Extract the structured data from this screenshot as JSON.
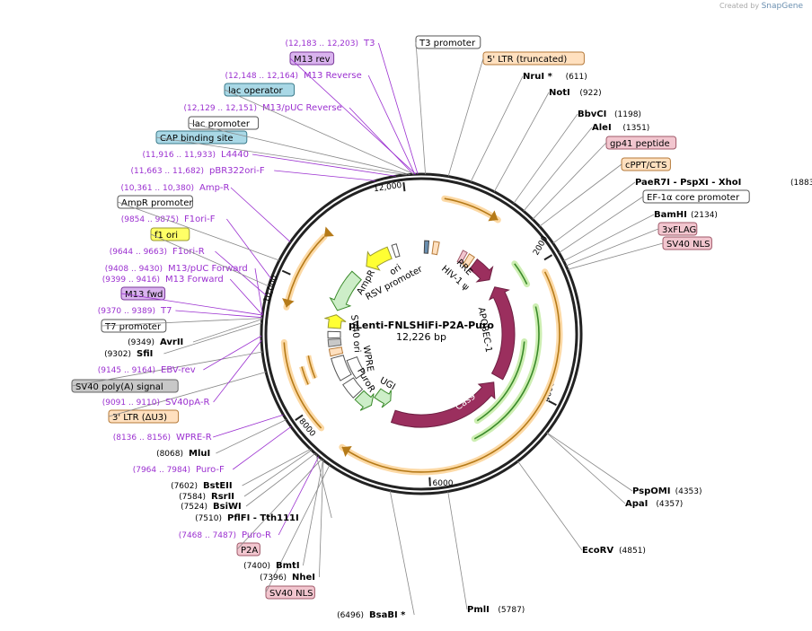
{
  "branding": {
    "created_by": "Created by",
    "app": "SnapGene"
  },
  "plasmid": {
    "name": "pLenti-FNLSHiFi-P2A-Puro",
    "size": "12,226 bp"
  },
  "ticks": [
    "2000",
    "4000",
    "6000",
    "8000",
    "10,000",
    "12,000"
  ],
  "arc_labels": [
    "AmpR",
    "ori",
    "RSV promoter",
    "HIV-1 ψ",
    "RRE",
    "APOBEC-1",
    "Cas9",
    "UGI",
    "PuroR",
    "WPRE",
    "SV40 ori"
  ],
  "labels": [
    {
      "name": "T3 promoter",
      "type": "box",
      "fill": "#ffffff",
      "stroke": "#555555",
      "lc": "#888888"
    },
    {
      "name": "5' LTR (truncated)",
      "type": "box",
      "fill": "#ffe0bf",
      "stroke": "#b57a3a",
      "lc": "#888888"
    },
    {
      "name": "NruI *",
      "pos": "(611)",
      "type": "site",
      "lc": "#888888"
    },
    {
      "name": "NotI",
      "pos": "(922)",
      "type": "site",
      "lc": "#888888"
    },
    {
      "name": "BbvCI",
      "pos": "(1198)",
      "type": "site",
      "lc": "#888888"
    },
    {
      "name": "AleI",
      "pos": "(1351)",
      "type": "site",
      "lc": "#888888"
    },
    {
      "name": "gp41 peptide",
      "type": "box",
      "fill": "#f2c6cf",
      "stroke": "#a05a6a",
      "lc": "#888888"
    },
    {
      "name": "cPPT/CTS",
      "type": "box",
      "fill": "#ffe0bf",
      "stroke": "#b57a3a",
      "lc": "#888888"
    },
    {
      "name": "PaeR7I   - PspXI   - XhoI",
      "pos": "(1883)",
      "type": "site",
      "lc": "#888888"
    },
    {
      "name": "EF-1α core promoter",
      "type": "box",
      "fill": "#ffffff",
      "stroke": "#555555",
      "lc": "#888888"
    },
    {
      "name": "BamHI",
      "pos": "(2134)",
      "type": "site",
      "lc": "#888888"
    },
    {
      "name": "3xFLAG",
      "type": "box",
      "fill": "#f2c6cf",
      "stroke": "#a05a6a",
      "lc": "#888888"
    },
    {
      "name": "SV40 NLS",
      "type": "box",
      "fill": "#f2c6cf",
      "stroke": "#a05a6a",
      "lc": "#888888"
    },
    {
      "name": "PspOMI",
      "pos": "(4353)",
      "type": "site",
      "lc": "#888888"
    },
    {
      "name": "ApaI",
      "pos": "(4357)",
      "type": "site",
      "lc": "#888888"
    },
    {
      "name": "EcoRV",
      "pos": "(4851)",
      "type": "site",
      "lc": "#888888"
    },
    {
      "name": "PmlI",
      "pos": "(5787)",
      "type": "site",
      "lc": "#888888"
    },
    {
      "name": "BsaBI *",
      "pos": "(6496)",
      "type": "site",
      "lc": "#888888"
    },
    {
      "name": "SV40 NLS",
      "type": "box",
      "fill": "#f2c6cf",
      "stroke": "#a05a6a",
      "lc": "#888888"
    },
    {
      "name": "NheI",
      "pos": "(7396)",
      "type": "site",
      "lc": "#888888"
    },
    {
      "name": "BmtI",
      "pos": "(7400)",
      "type": "site",
      "lc": "#888888"
    },
    {
      "name": "P2A",
      "type": "box",
      "fill": "#f2c6cf",
      "stroke": "#a05a6a",
      "lc": "#888888"
    },
    {
      "name": "Puro-R",
      "pos": "(7468 .. 7487)",
      "type": "primer",
      "lc": "#9b30d0"
    },
    {
      "name": "PflFI   - Tth111I",
      "pos": "(7510)",
      "type": "site",
      "lc": "#888888"
    },
    {
      "name": "BsiWI",
      "pos": "(7524)",
      "type": "site",
      "lc": "#888888"
    },
    {
      "name": "RsrII",
      "pos": "(7584)",
      "type": "site",
      "lc": "#888888"
    },
    {
      "name": "BstEII",
      "pos": "(7602)",
      "type": "site",
      "lc": "#888888"
    },
    {
      "name": "Puro-F",
      "pos": "(7964 .. 7984)",
      "type": "primer",
      "lc": "#9b30d0"
    },
    {
      "name": "MluI",
      "pos": "(8068)",
      "type": "site",
      "lc": "#888888"
    },
    {
      "name": "WPRE-R",
      "pos": "(8136 .. 8156)",
      "type": "primer",
      "lc": "#9b30d0"
    },
    {
      "name": "3' LTR (ΔU3)",
      "type": "box",
      "fill": "#ffe0bf",
      "stroke": "#b57a3a",
      "lc": "#888888"
    },
    {
      "name": "SV40pA-R",
      "pos": "(9091 .. 9110)",
      "type": "primer",
      "lc": "#9b30d0"
    },
    {
      "name": "SV40 poly(A) signal",
      "type": "box",
      "fill": "#c8c8c8",
      "stroke": "#666666",
      "lc": "#888888"
    },
    {
      "name": "EBV-rev",
      "pos": "(9145 .. 9164)",
      "type": "primer",
      "lc": "#9b30d0"
    },
    {
      "name": "SfiI",
      "pos": "(9302)",
      "type": "site",
      "lc": "#888888"
    },
    {
      "name": "AvrII",
      "pos": "(9349)",
      "type": "site",
      "lc": "#888888"
    },
    {
      "name": "T7 promoter",
      "type": "box",
      "fill": "#ffffff",
      "stroke": "#555555",
      "lc": "#888888"
    },
    {
      "name": "T7",
      "pos": "(9370 .. 9389)",
      "type": "primer",
      "lc": "#9b30d0"
    },
    {
      "name": "M13 fwd",
      "type": "box",
      "fill": "#d9b3ee",
      "stroke": "#7a3a9a",
      "lc": "#9b30d0"
    },
    {
      "name": "M13 Forward",
      "pos": "(9399 .. 9416)",
      "type": "primer",
      "lc": "#9b30d0"
    },
    {
      "name": "M13/pUC Forward",
      "pos": "(9408 .. 9430)",
      "type": "primer",
      "lc": "#9b30d0"
    },
    {
      "name": "F1ori-R",
      "pos": "(9644 .. 9663)",
      "type": "primer",
      "lc": "#9b30d0"
    },
    {
      "name": "f1 ori",
      "type": "box",
      "fill": "#ffff66",
      "stroke": "#999933",
      "lc": "#888888"
    },
    {
      "name": "F1ori-F",
      "pos": "(9854 .. 9875)",
      "type": "primer",
      "lc": "#9b30d0"
    },
    {
      "name": "AmpR promoter",
      "type": "box",
      "fill": "#ffffff",
      "stroke": "#555555",
      "lc": "#888888"
    },
    {
      "name": "Amp-R",
      "pos": "(10,361 .. 10,380)",
      "type": "primer",
      "lc": "#9b30d0"
    },
    {
      "name": "pBR322ori-F",
      "pos": "(11,663 .. 11,682)",
      "type": "primer",
      "lc": "#9b30d0"
    },
    {
      "name": "L4440",
      "pos": "(11,916 .. 11,933)",
      "type": "primer",
      "lc": "#9b30d0"
    },
    {
      "name": "CAP binding site",
      "type": "box",
      "fill": "#a9d8e6",
      "stroke": "#3a7a8a",
      "lc": "#888888"
    },
    {
      "name": "lac promoter",
      "type": "box",
      "fill": "#ffffff",
      "stroke": "#555555",
      "lc": "#888888"
    },
    {
      "name": "M13/pUC Reverse",
      "pos": "(12,129 .. 12,151)",
      "type": "primer",
      "lc": "#9b30d0"
    },
    {
      "name": "lac operator",
      "type": "box",
      "fill": "#a9d8e6",
      "stroke": "#3a7a8a",
      "lc": "#888888"
    },
    {
      "name": "M13 Reverse",
      "pos": "(12,148 .. 12,164)",
      "type": "primer",
      "lc": "#9b30d0"
    },
    {
      "name": "M13 rev",
      "type": "box",
      "fill": "#d9b3ee",
      "stroke": "#7a3a9a",
      "lc": "#9b30d0"
    },
    {
      "name": "T3",
      "pos": "(12,183 .. 12,203)",
      "type": "primer",
      "lc": "#9b30d0"
    }
  ]
}
